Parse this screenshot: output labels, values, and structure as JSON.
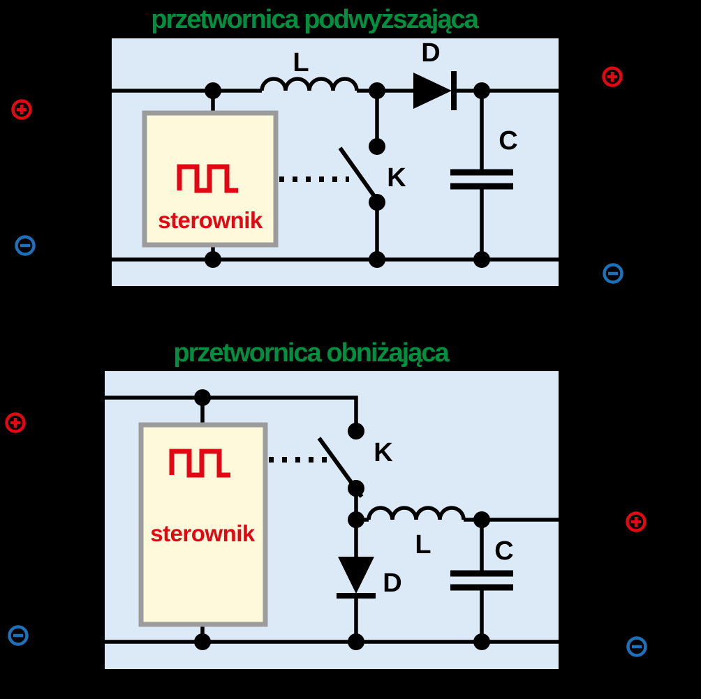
{
  "colors": {
    "background": "#000000",
    "panel": "#dceaf7",
    "wire": "#000000",
    "title-green": "#008f3e",
    "signal-red": "#e30613",
    "terminal-blue": "#1d71b8",
    "controller-fill": "#fdf9da",
    "controller-border": "#9c9c9c"
  },
  "boost": {
    "title": "przetwornica podwyższająca",
    "inductor_label": "L",
    "diode_label": "D",
    "switch_label": "K",
    "capacitor_label": "C",
    "controller_label": "sterownik"
  },
  "buck": {
    "title": "przetwornica obniżająca",
    "inductor_label": "L",
    "diode_label": "D",
    "switch_label": "K",
    "capacitor_label": "C",
    "controller_label": "sterownik"
  }
}
